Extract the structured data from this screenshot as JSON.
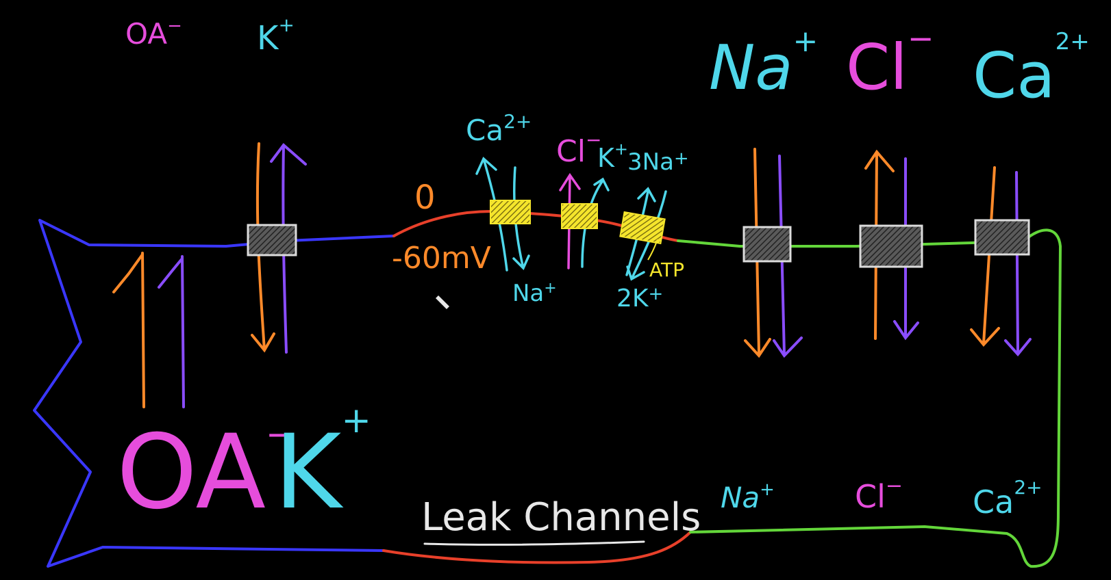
{
  "colors": {
    "background": "#000000",
    "blue_membrane": "#3a37ff",
    "red_membrane": "#e8402a",
    "green_membrane": "#63d63a",
    "orange": "#ff8a2a",
    "purple": "#8a4dff",
    "magenta": "#e64ddc",
    "cyan": "#4fd7ea",
    "yellow": "#f5e52c",
    "white": "#e8e8e8",
    "channel_gray": "#9a9a9a"
  },
  "top_left_ions": {
    "anion": "OA",
    "anion_charge": "−",
    "cation": "K",
    "cation_charge": "+"
  },
  "top_right_ions": {
    "sodium": "Na",
    "sodium_charge": "+",
    "chloride": "Cl",
    "chloride_charge": "−",
    "calcium": "Ca",
    "calcium_charge": "2+"
  },
  "inside_ions": {
    "anion": "OA",
    "anion_charge": "−",
    "cation": "K",
    "cation_charge": "+"
  },
  "bottom_right_ions": {
    "sodium": "Na",
    "sodium_charge": "+",
    "chloride": "Cl",
    "chloride_charge": "−",
    "calcium": "Ca",
    "calcium_charge": "2+"
  },
  "voltage": {
    "top": "0",
    "bottom": "-60mV"
  },
  "pumps": {
    "calcium_pump": {
      "ion_out": "Ca",
      "ion_out_charge": "2+",
      "ion_in": "Na",
      "ion_in_charge": "+"
    },
    "chloride_label": "Cl",
    "chloride_charge": "−",
    "potassium_label": "K",
    "potassium_charge": "+",
    "nak_out": "3Na",
    "nak_out_charge": "+",
    "nak_in": "2K",
    "nak_in_charge": "+",
    "atp": "ATP"
  },
  "caption": "Leak Channels"
}
